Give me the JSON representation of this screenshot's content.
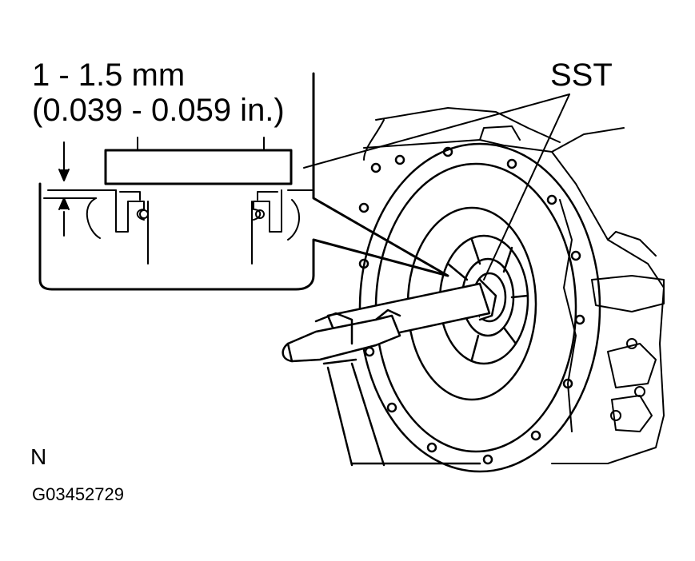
{
  "callout": {
    "dimension_mm": "1 - 1.5 mm",
    "dimension_in": "(0.039 - 0.059 in.)"
  },
  "tool_label": "SST",
  "view_label": "N",
  "figure_id": "G03452729"
}
